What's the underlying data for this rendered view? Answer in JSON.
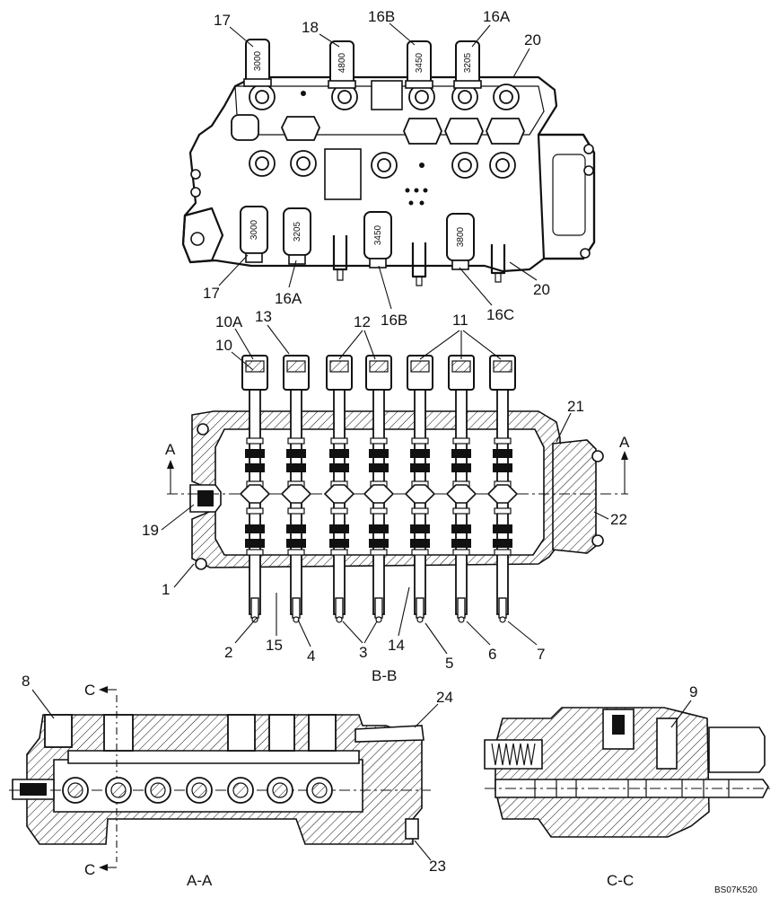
{
  "figure_code": "BS07K520",
  "top_view": {
    "cartridges_top": [
      {
        "callout": "17",
        "code": "3000"
      },
      {
        "callout": "18",
        "code": "4800"
      },
      {
        "callout": "16B",
        "code": "3450"
      },
      {
        "callout": "16A",
        "code": "3205"
      }
    ],
    "cartridges_bottom": [
      {
        "callout": "17",
        "code": "3000"
      },
      {
        "callout": "16A",
        "code": "3205"
      },
      {
        "callout": "16B",
        "code": "3450"
      },
      {
        "callout": "16C",
        "code": "3800"
      }
    ],
    "callouts": [
      "17",
      "18",
      "16B",
      "16A",
      "20",
      "17",
      "16A",
      "16B",
      "16C",
      "20"
    ]
  },
  "section_bb": {
    "caption": "B-B",
    "section_mark": "A",
    "callouts": [
      "10A",
      "13",
      "12",
      "11",
      "10",
      "21",
      "19",
      "22",
      "1",
      "2",
      "15",
      "4",
      "3",
      "14",
      "5",
      "6",
      "7"
    ]
  },
  "section_aa": {
    "caption": "A-A",
    "section_mark": "C",
    "callouts": [
      "8",
      "24",
      "23"
    ]
  },
  "section_cc": {
    "caption": "C-C",
    "callouts": [
      "9"
    ]
  }
}
